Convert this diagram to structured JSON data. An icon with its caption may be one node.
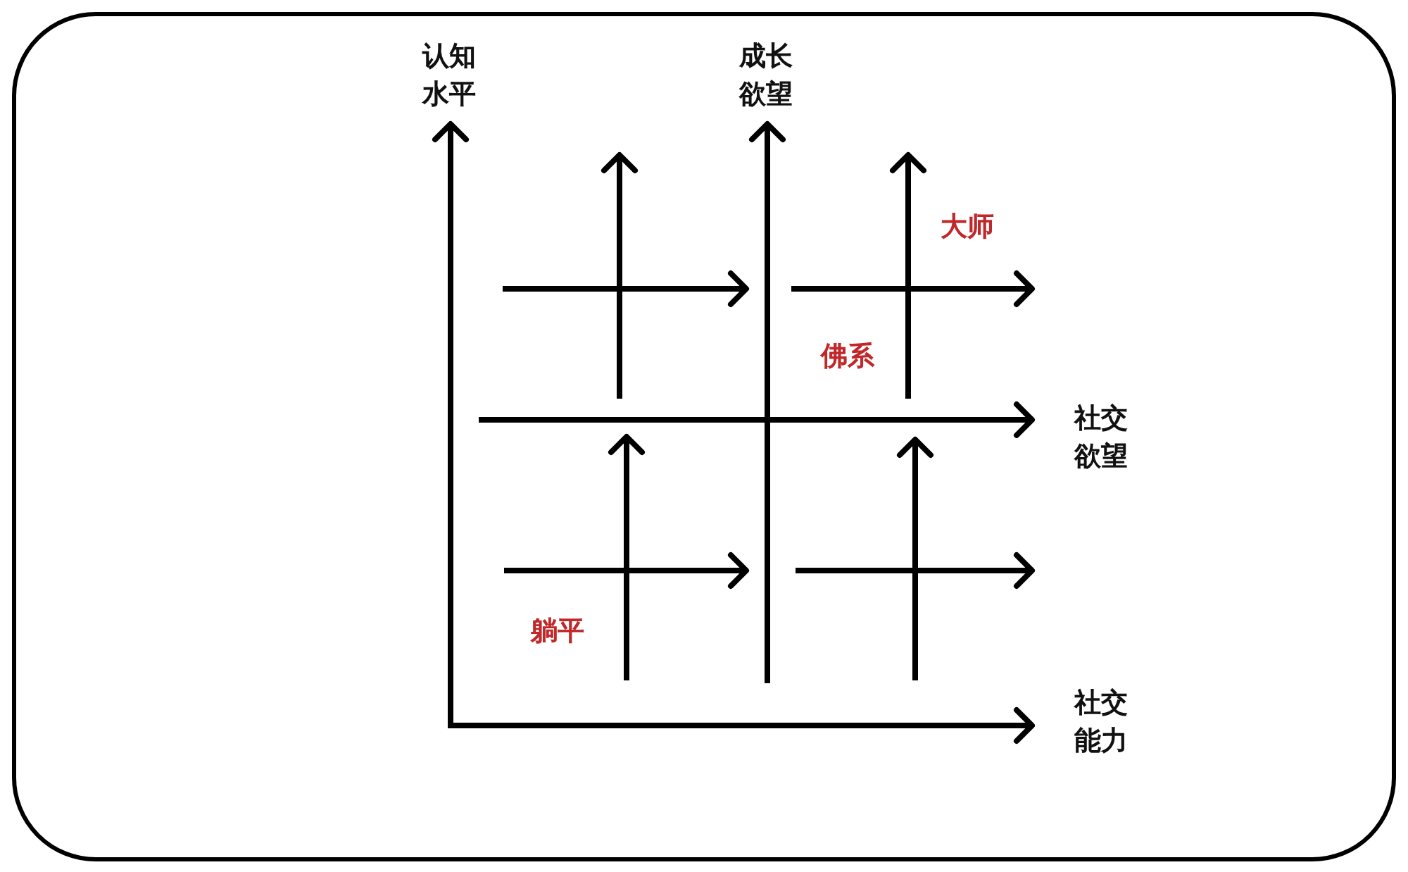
{
  "diagram": {
    "labels": [
      "认知水平",
      "成长欲望",
      "大师",
      "佛系",
      "社交欲望",
      "躺平",
      "社交能力"
    ]
  }
}
